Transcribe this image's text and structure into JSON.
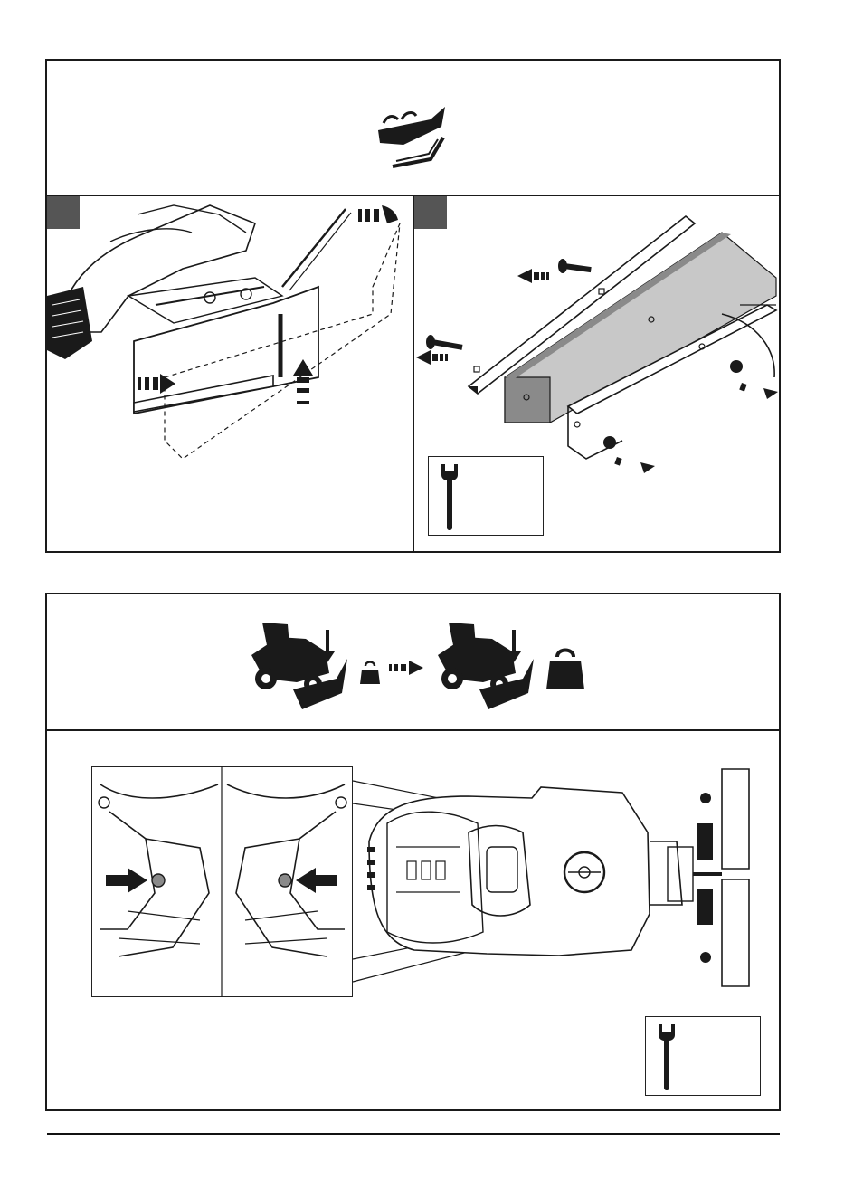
{
  "page": {
    "title": ""
  },
  "section1": {
    "header_icon": "plow-blade-icon",
    "steps": [
      {
        "id": "step-1",
        "icon": "blade-angle-adjust-illustration"
      },
      {
        "id": "step-2",
        "icon": "blade-edge-bolt-removal-illustration",
        "tool_icon": "wrench-icon"
      }
    ]
  },
  "section2": {
    "header_icons": [
      "rider-with-blade-icon",
      "small-weight-icon",
      "arrow-right-icon",
      "rider-with-blade-icon",
      "large-weight-icon"
    ],
    "detail_icon": "frame-mount-pivot-illustration",
    "main_icon": "rider-top-view-illustration",
    "tool_icon": "wrench-icon"
  },
  "colors": {
    "line": "#1a1a1a",
    "step_marker": "#555555",
    "edge_gray": "#8a8a8a",
    "edge_fill": "#c8c8c8"
  }
}
